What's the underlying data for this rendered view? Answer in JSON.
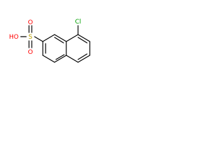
{
  "structure": {
    "atoms": {
      "chlorine": "Cl",
      "hydroxyl": "HO",
      "sulfur": "S",
      "oxygen_top": "O",
      "oxygen_bottom": "O"
    },
    "colors": {
      "bond": "#000000",
      "chlorine": "#00a000",
      "oxygen": "#ff0000",
      "sulfur": "#b8a000",
      "background": "#ffffff"
    }
  }
}
